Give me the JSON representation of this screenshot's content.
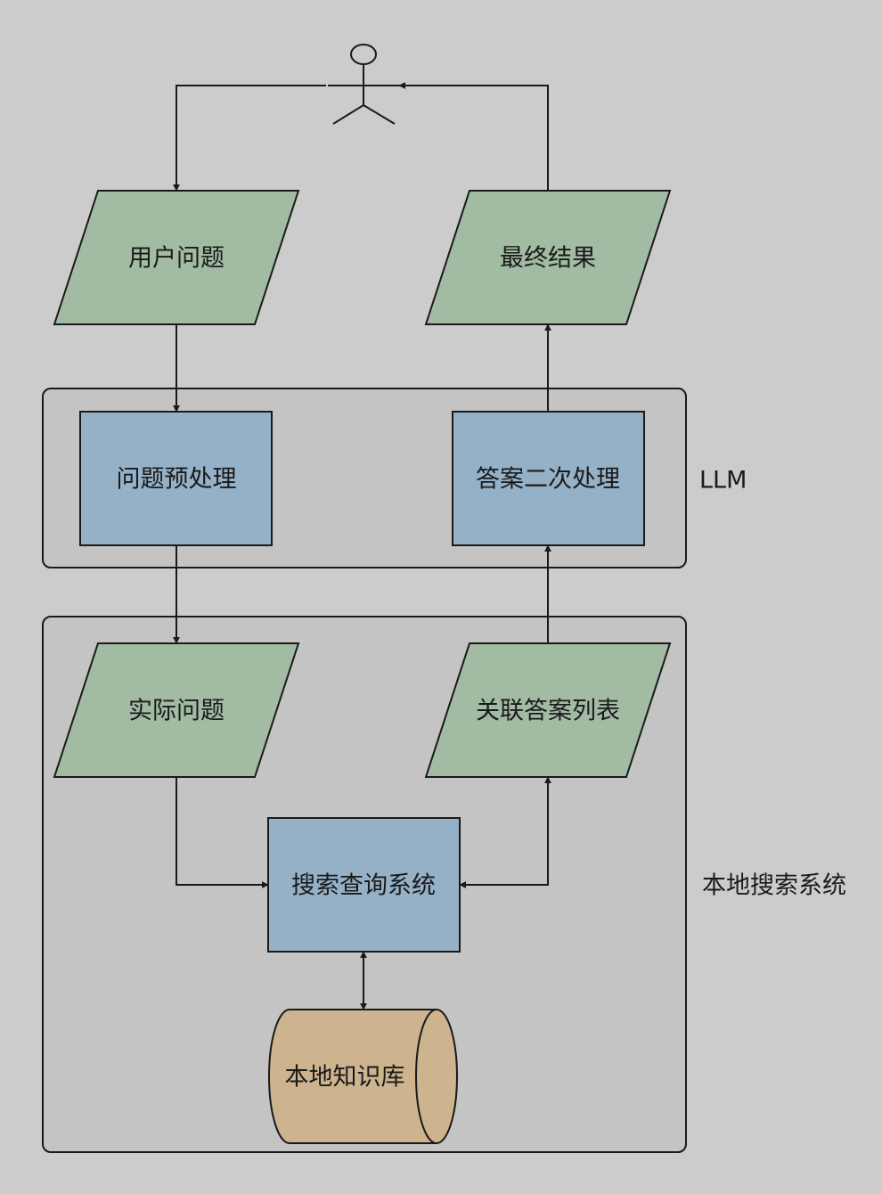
{
  "colors": {
    "background": "#cccccc",
    "group_fill": "#c4c4c4",
    "io_fill": "#a2bba3",
    "process_fill": "#94b1c8",
    "database_fill": "#cdb48f",
    "stroke": "#1a1a1a"
  },
  "actor": {
    "icon": "stick-figure-icon",
    "label": ""
  },
  "groups": {
    "llm": {
      "label": "LLM"
    },
    "local_search": {
      "label": "本地搜索系统"
    }
  },
  "nodes": {
    "user_question": {
      "label": "用户问题",
      "shape": "parallelogram"
    },
    "final_result": {
      "label": "最终结果",
      "shape": "parallelogram"
    },
    "question_preprocess": {
      "label": "问题预处理",
      "shape": "rectangle"
    },
    "answer_postprocess": {
      "label": "答案二次处理",
      "shape": "rectangle"
    },
    "actual_question": {
      "label": "实际问题",
      "shape": "parallelogram"
    },
    "related_answers": {
      "label": "关联答案列表",
      "shape": "parallelogram"
    },
    "search_system": {
      "label": "搜索查询系统",
      "shape": "rectangle"
    },
    "knowledge_base": {
      "label": "本地知识库",
      "shape": "cylinder"
    }
  },
  "edges": [
    {
      "from": "actor",
      "to": "user_question"
    },
    {
      "from": "user_question",
      "to": "question_preprocess"
    },
    {
      "from": "question_preprocess",
      "to": "actual_question"
    },
    {
      "from": "actual_question",
      "to": "search_system"
    },
    {
      "from": "search_system",
      "to": "knowledge_base",
      "bidirectional": true
    },
    {
      "from": "search_system",
      "to": "related_answers",
      "bidirectional": true
    },
    {
      "from": "related_answers",
      "to": "answer_postprocess"
    },
    {
      "from": "answer_postprocess",
      "to": "final_result"
    },
    {
      "from": "final_result",
      "to": "actor"
    }
  ]
}
